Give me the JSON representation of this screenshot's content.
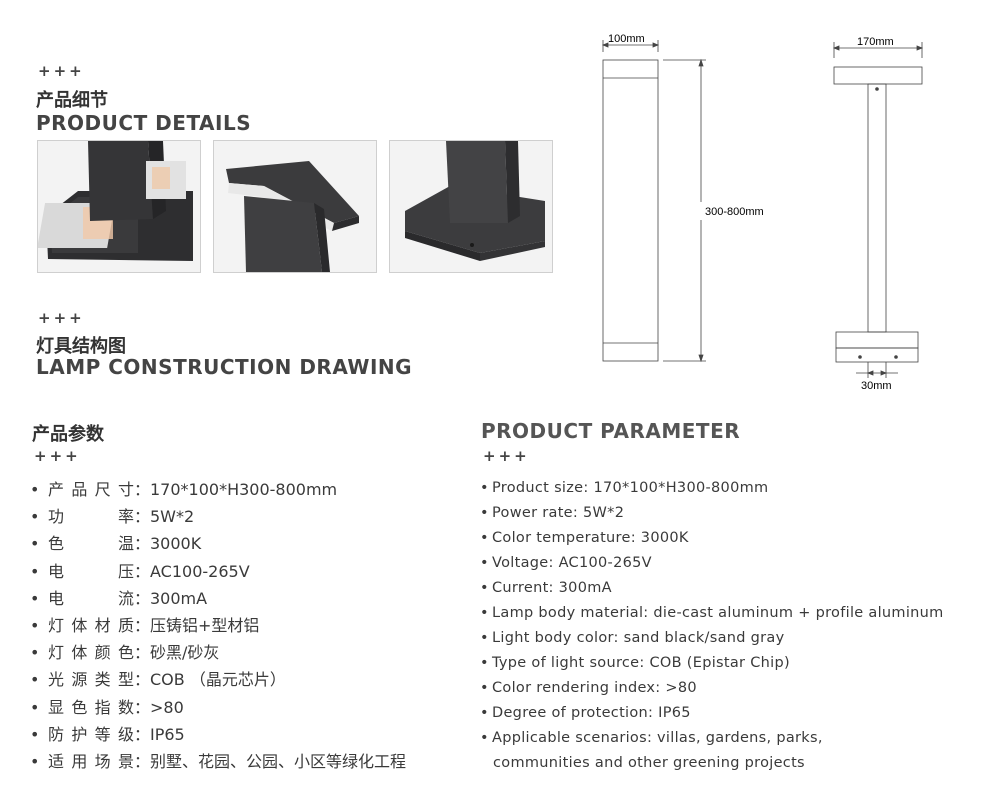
{
  "details": {
    "plus": "+++",
    "title_cn": "产品细节",
    "title_en": "PRODUCT DETAILS"
  },
  "construction": {
    "plus": "+++",
    "title_cn": "灯具结构图",
    "title_en": "LAMP CONSTRUCTION DRAWING"
  },
  "drawing": {
    "front_width": "100mm",
    "height": "300-800mm",
    "side_width": "170mm",
    "base_offset": "30mm"
  },
  "params_cn": {
    "title": "产品参数",
    "plus": "+++",
    "bullet": "•",
    "items": [
      {
        "label": "产品尺寸",
        "value": "：170*100*H300-800mm"
      },
      {
        "label": "功率",
        "value": "：5W*2"
      },
      {
        "label": "色温",
        "value": "：3000K"
      },
      {
        "label": "电压",
        "value": "：AC100-265V"
      },
      {
        "label": "电流",
        "value": "：300mA"
      },
      {
        "label": "灯体材质",
        "value": "：压铸铝+型材铝"
      },
      {
        "label": "灯体颜色",
        "value": "：砂黑/砂灰"
      },
      {
        "label": "光源类型",
        "value": "：COB （晶元芯片）"
      },
      {
        "label": "显色指数",
        "value": "：>80"
      },
      {
        "label": "防护等级",
        "value": "：IP65"
      },
      {
        "label": "适用场景",
        "value": "：别墅、花园、公园、小区等绿化工程"
      }
    ]
  },
  "params_en": {
    "title": "PRODUCT PARAMETER",
    "plus": "+++",
    "bullet": "•",
    "items": [
      "Product size: 170*100*H300-800mm",
      "Power rate: 5W*2",
      "Color temperature: 3000K",
      "Voltage: AC100-265V",
      "Current: 300mA",
      "Lamp body material: die-cast aluminum + profile aluminum",
      "Light body color: sand black/sand gray",
      "Type of light source: COB (Epistar Chip)",
      "Color rendering index: >80",
      "Degree of protection: IP65",
      "Applicable scenarios: villas, gardens, parks,"
    ],
    "continuation": "communities and other greening projects"
  }
}
